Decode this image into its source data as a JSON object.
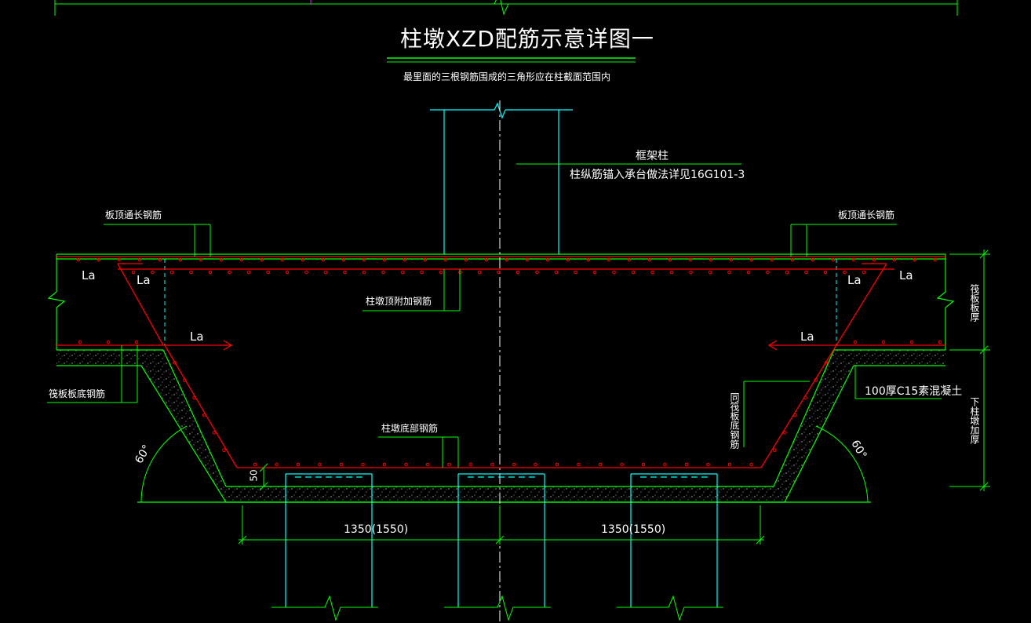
{
  "title": "柱墩XZD配筋示意详图一",
  "subtitle": "最里面的三根钢筋围成的三角形应在柱截面范围内",
  "labels": {
    "frame_column": "框架柱",
    "column_anchor_note": "柱纵筋锚入承台做法详见16G101-3",
    "slab_top_left": "板顶通长钢筋",
    "slab_top_right": "板顶通长钢筋",
    "pier_top_additional": "柱墩顶附加钢筋",
    "raft_bottom": "筏板板底钢筋",
    "pier_bottom": "柱墩底部钢筋",
    "same_as_raft_bottom": "同筏板底钢筋",
    "concrete_c15": "100厚C15素混凝土",
    "raft_thickness": "筏板板厚",
    "lower_pier_height": "下柱墩加厚",
    "la": "La",
    "angle_60": "60°",
    "cover_50": "50",
    "dim_left": "1350(1550)",
    "dim_right": "1350(1550)"
  },
  "colors": {
    "background": "#000000",
    "cyan": "#00ffff",
    "green": "#00ff00",
    "red": "#ff0000",
    "white": "#ffffff",
    "magenta": "#ff00ff"
  }
}
